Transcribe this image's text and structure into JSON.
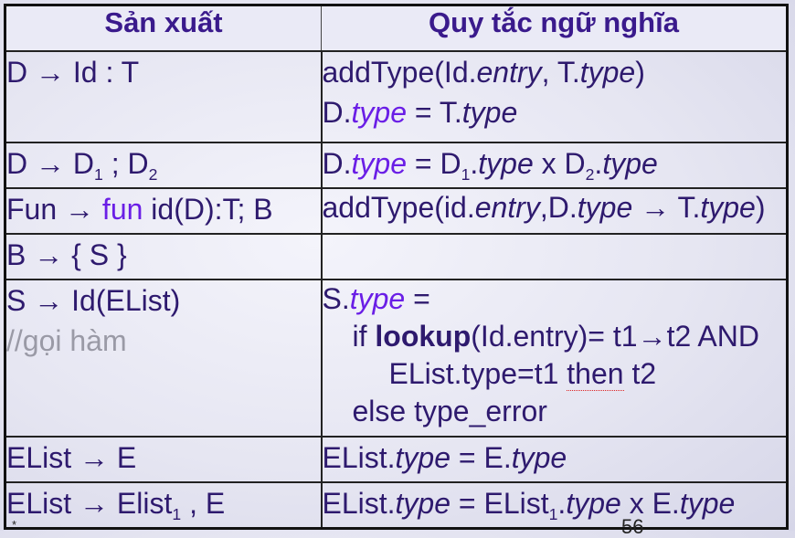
{
  "header": {
    "col1": "Sản xuất",
    "col2": "Quy tắc ngữ nghĩa"
  },
  "rows": [
    {
      "p1": "D",
      "arrow": "→",
      "p2": "Id : T",
      "s1a": "addType(Id.",
      "s1b": "entry",
      "s1c": ", T.",
      "s1d": "type",
      "s1e": ")",
      "s2a": "D.",
      "s2b": "type",
      "s2c": " = T.",
      "s2d": "type"
    },
    {
      "p1": "D",
      "arrow": "→",
      "p2": "D",
      "p2sub": "1",
      "p3": " ; D",
      "p3sub": "2",
      "sa": "D.",
      "sb": "type",
      "sc": " = D",
      "scsub": "1",
      "sd": ".",
      "se": "type",
      "sf": " x D",
      "sfsub": "2",
      "sg": ".",
      "sh": "type"
    },
    {
      "p1": "Fun",
      "arrow": "→",
      "kw": "fun",
      "p2": " id(D):T; B",
      "sa": "addType(id.",
      "sb": "entry",
      "sc": ",D.",
      "sd": "type",
      "arrow2": "→",
      "se": " T.",
      "sf": "type",
      "sg": ")"
    },
    {
      "p1": "B",
      "arrow": "→",
      "p2": "{ S }"
    },
    {
      "p1": "S",
      "arrow": "→",
      "p2": "Id(EList)",
      "comment": "//gọi hàm",
      "s1a": "S.",
      "s1b": "type",
      "s1c": " =",
      "s2a": "if  ",
      "s2kw": "lookup",
      "s2b": "(Id.entry)= t1",
      "s2arrow": "→",
      "s2c": "t2 AND",
      "s3a": "EList.type=t1 ",
      "s3b": "then",
      "s3c": " t2",
      "s4": "else type_error"
    },
    {
      "p1": "EList",
      "arrow": "→",
      "p2": "E",
      "sa": "EList.",
      "sb": "type",
      "sc": " = E.",
      "sd": "type"
    },
    {
      "p1": "EList",
      "arrow": "→",
      "p2": "Elist",
      "p2sub": "1",
      "p3": " , E",
      "sa": "EList.",
      "sb": "type",
      "sc": " = EList",
      "scsub": "1",
      "sd": ".",
      "se": "type",
      "sf": " x E.",
      "sg": "type"
    }
  ],
  "footer": {
    "star": "*",
    "page": "56"
  }
}
